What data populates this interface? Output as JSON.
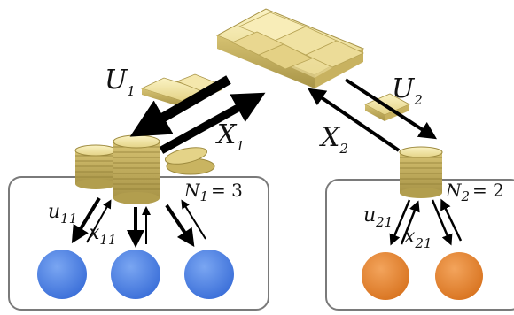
{
  "groups": [
    {
      "id": "1",
      "count_label": "N",
      "count_sub": "1",
      "count_value": "= 3",
      "upstream_u": "U",
      "upstream_u_sub": "1",
      "upstream_x": "X",
      "upstream_x_sub": "1",
      "node_u": "u",
      "node_u_sub": "11",
      "node_x": "x",
      "node_x_sub": "11",
      "node_color": "#4a7fe0",
      "node_count": 3
    },
    {
      "id": "2",
      "count_label": "N",
      "count_sub": "2",
      "count_value": "= 2",
      "upstream_u": "U",
      "upstream_u_sub": "2",
      "upstream_x": "X",
      "upstream_x_sub": "2",
      "node_u": "u",
      "node_u_sub": "21",
      "node_x": "x",
      "node_x_sub": "21",
      "node_color": "#e5822c",
      "node_count": 2
    }
  ],
  "colors": {
    "gold_light": "#f3e9a8",
    "gold_mid": "#d8c675",
    "gold_dark": "#a8964a",
    "box_stroke": "#7a7a7a",
    "arrow": "#000000"
  }
}
